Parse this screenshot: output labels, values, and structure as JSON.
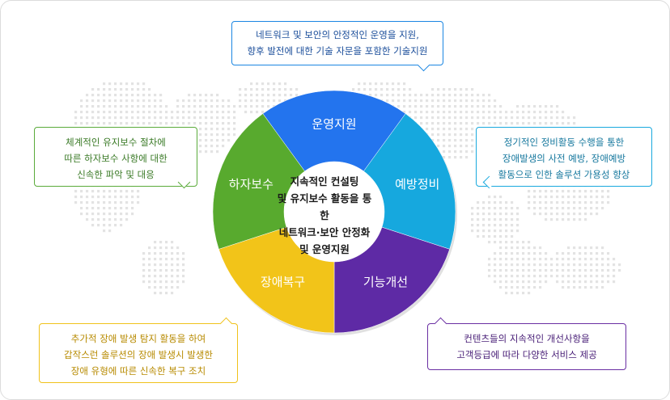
{
  "diagram": {
    "center_lines": [
      "지속적인 컨설팅",
      "및 유지보수 활동을 통한",
      "네트워크·보안 안정화",
      "및 운영지원"
    ],
    "segments": [
      {
        "key": "ops",
        "label": "운영지원",
        "color": "#2374ee"
      },
      {
        "key": "prevent",
        "label": "예방정비",
        "color": "#16a8de"
      },
      {
        "key": "improve",
        "label": "기능개선",
        "color": "#5e2aa5"
      },
      {
        "key": "recover",
        "label": "장애복구",
        "color": "#f2c419"
      },
      {
        "key": "warranty",
        "label": "하자보수",
        "color": "#58aa2e"
      }
    ]
  },
  "callouts": {
    "top": [
      "네트워크 및 보안의 안정적인 운영을 지원,",
      "향후 발전에 대한 기술 자문을 포함한 기술지원"
    ],
    "right": [
      "정기적인 정비활동 수행을 통한",
      "장애발생의 사전 예방, 장애예방",
      "활동으로 인한 솔루션 가용성 향상"
    ],
    "left": [
      "체계적인 유지보수 절차에",
      "따른 하자보수 사항에 대한",
      "신속한 파악 및 대응"
    ],
    "bottom_left": [
      "추가적 장애 발생 탐지 활동을 하여",
      "갑작스런 솔루션의 장애 발생시 발생한",
      "장애 유형에 따른 신속한 복구 조치"
    ],
    "bottom_right": [
      "컨텐츠들의 지속적인 개선사항을",
      "고객등급에 따라 다양한 서비스 제공"
    ]
  }
}
